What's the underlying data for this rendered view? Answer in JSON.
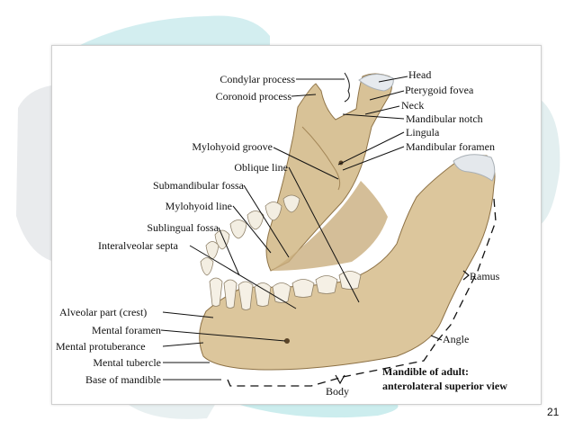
{
  "slide": {
    "page_number": "21",
    "caption_line1": "Mandible of adult:",
    "caption_line2": "anterolateral superior view"
  },
  "labels": {
    "head": "Head",
    "pterygoid_fovea": "Pterygoid fovea",
    "neck": "Neck",
    "mandibular_notch": "Mandibular notch",
    "lingula": "Lingula",
    "mandibular_foramen": "Mandibular foramen",
    "condylar_process": "Condylar process",
    "coronoid_process": "Coronoid process",
    "mylohyoid_groove": "Mylohyoid groove",
    "oblique_line": "Oblique line",
    "submandibular_fossa": "Submandibular fossa",
    "mylohyoid_line": "Mylohyoid line",
    "sublingual_fossa": "Sublingual fossa",
    "interalveolar_septa": "Interalveolar septa",
    "alveolar_part": "Alveolar part (crest)",
    "mental_foramen": "Mental foramen",
    "mental_protuberance": "Mental protuberance",
    "mental_tubercle": "Mental tubercle",
    "base_of_mandible": "Base of mandible",
    "ramus": "Ramus",
    "angle": "Angle",
    "body": "Body"
  },
  "colors": {
    "bone": "#d9c49a",
    "bone_shadow": "#b89c68",
    "cartilage": "#e4e8ec",
    "ghost": "#bfe3e6"
  }
}
